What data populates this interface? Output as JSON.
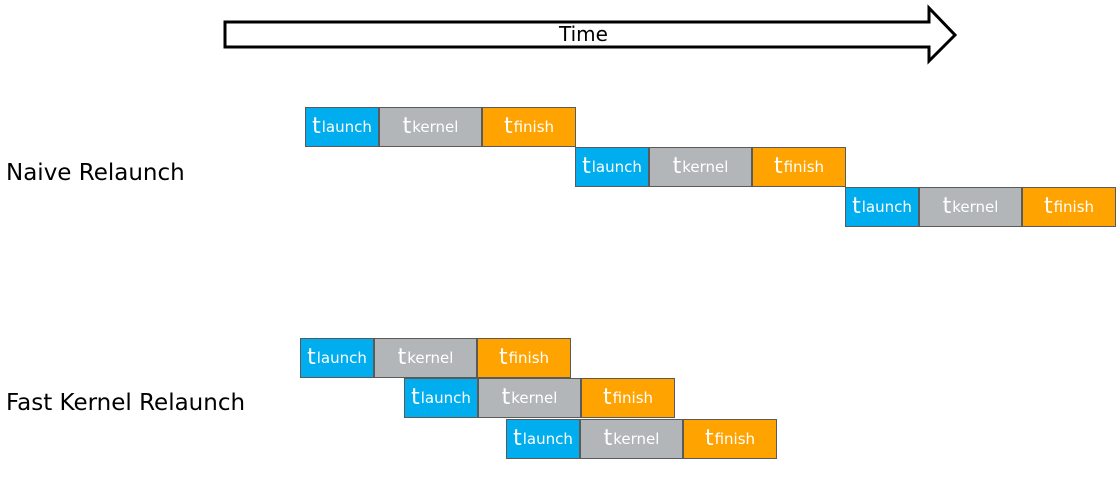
{
  "time_arrow": {
    "label": "Time"
  },
  "segment_labels": {
    "t": "t",
    "launch": "launch",
    "kernel": "kernel",
    "finish": "finish"
  },
  "colors": {
    "launch": "#00aeef",
    "kernel": "#b2b6b9",
    "finish": "#ffa300"
  },
  "scenarios": [
    {
      "label": "Naive Relaunch",
      "launches": [
        {
          "segments": [
            "launch",
            "kernel",
            "finish"
          ]
        },
        {
          "segments": [
            "launch",
            "kernel",
            "finish"
          ]
        },
        {
          "segments": [
            "launch",
            "kernel",
            "finish"
          ]
        }
      ]
    },
    {
      "label": "Fast Kernel Relaunch",
      "launches": [
        {
          "segments": [
            "launch",
            "kernel",
            "finish"
          ]
        },
        {
          "segments": [
            "launch",
            "kernel",
            "finish"
          ]
        },
        {
          "segments": [
            "launch",
            "kernel",
            "finish"
          ]
        }
      ]
    }
  ]
}
